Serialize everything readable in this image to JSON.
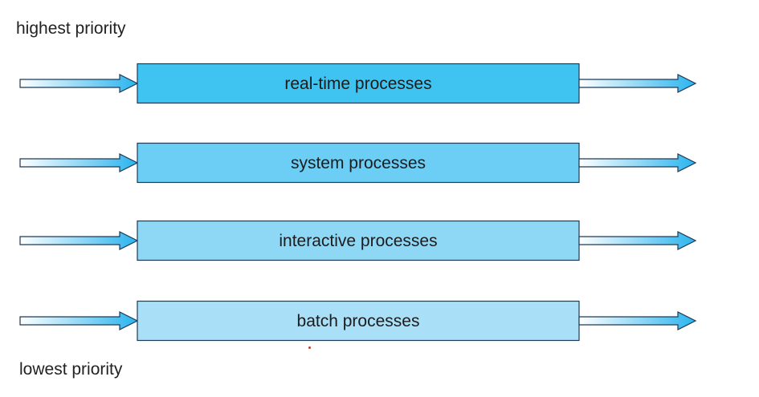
{
  "labels": {
    "top": "highest priority",
    "bottom": "lowest priority"
  },
  "queues": [
    {
      "label": "real-time processes",
      "color": "#3fc3f1"
    },
    {
      "label": "system processes",
      "color": "#6ccef4"
    },
    {
      "label": "interactive processes",
      "color": "#8ed8f6"
    },
    {
      "label": "batch processes",
      "color": "#a9e0f8"
    }
  ],
  "colors": {
    "box_border": "#1f3a55",
    "arrow_fill_start": "#ffffff",
    "arrow_fill_end": "#2ab4ee",
    "arrow_border": "#1f3a55"
  }
}
